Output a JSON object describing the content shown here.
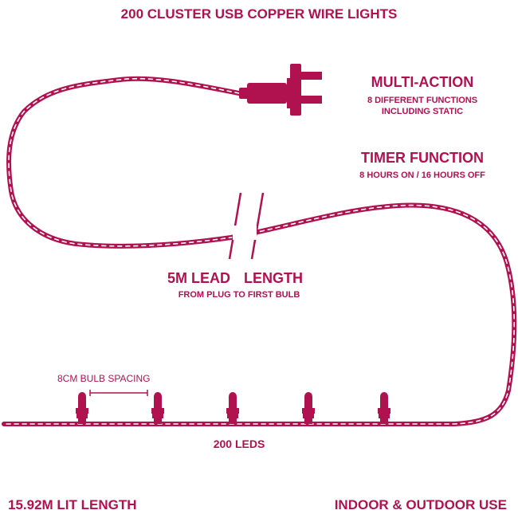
{
  "title": "200 CLUSTER USB COPPER WIRE LIGHTS",
  "features": {
    "multi_action": {
      "heading": "MULTI-ACTION",
      "line1": "8 DIFFERENT FUNCTIONS",
      "line2": "INCLUDING STATIC"
    },
    "timer": {
      "heading": "TIMER FUNCTION",
      "line1": "8 HOURS ON / 16 HOURS OFF"
    }
  },
  "lead": {
    "heading_a": "5M LEAD",
    "heading_b": "LENGTH",
    "sub": "FROM PLUG TO FIRST BULB"
  },
  "bulb_spacing": "8CM BULB SPACING",
  "leds": "200 LEDS",
  "lit_length": "15.92M LIT LENGTH",
  "use": "INDOOR & OUTDOOR USE",
  "colors": {
    "accent": "#b0124f",
    "background": "#ffffff"
  },
  "icons": [
    "usb-plug-icon",
    "bulb-icon",
    "twisted-wire-icon"
  ]
}
